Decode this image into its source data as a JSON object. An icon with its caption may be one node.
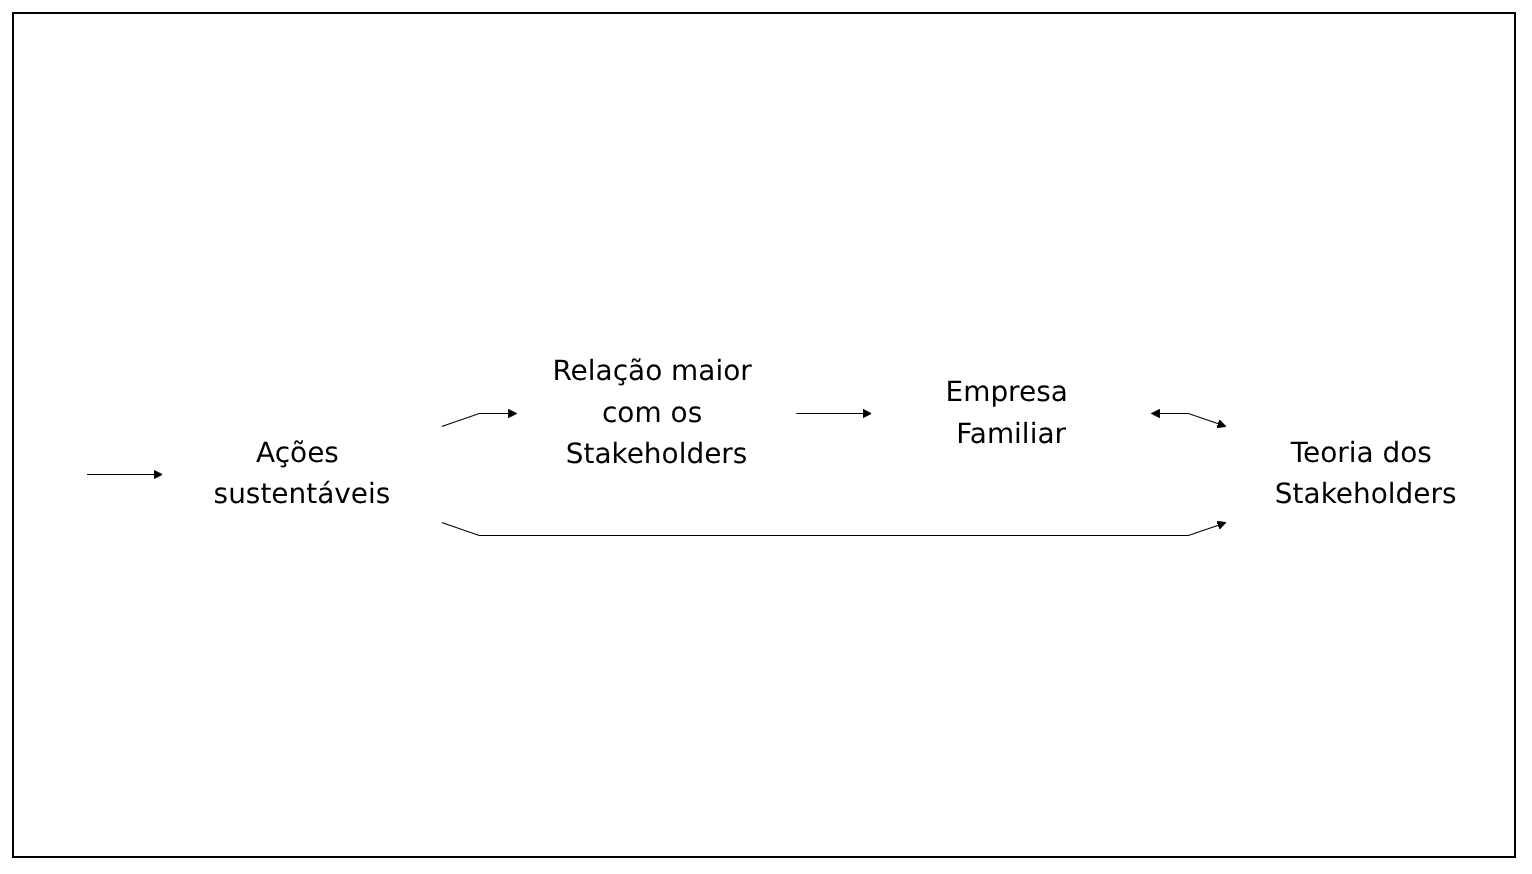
{
  "diagram": {
    "nodes": [
      {
        "text": [
          "Relação maior com os Stakeholders"
        ]
      },
      {
        "text": [
          "Empresa Familiar"
        ]
      },
      {
        "text": [
          "Ações sustentáveis"
        ]
      },
      {
        "text": [
          "Teoria dos Stakeholders"
        ]
      }
    ],
    "edges": [
      {
        "from": 0,
        "to": 1,
        "arrow": "to"
      },
      {
        "from": 1,
        "to": 3,
        "arrow": "both"
      },
      {
        "from": null,
        "to": 2,
        "arrow": "to"
      },
      {
        "from": 2,
        "to": 0,
        "arrow": "to"
      },
      {
        "from": 2,
        "to": 3,
        "arrow": "to"
      }
    ]
  }
}
